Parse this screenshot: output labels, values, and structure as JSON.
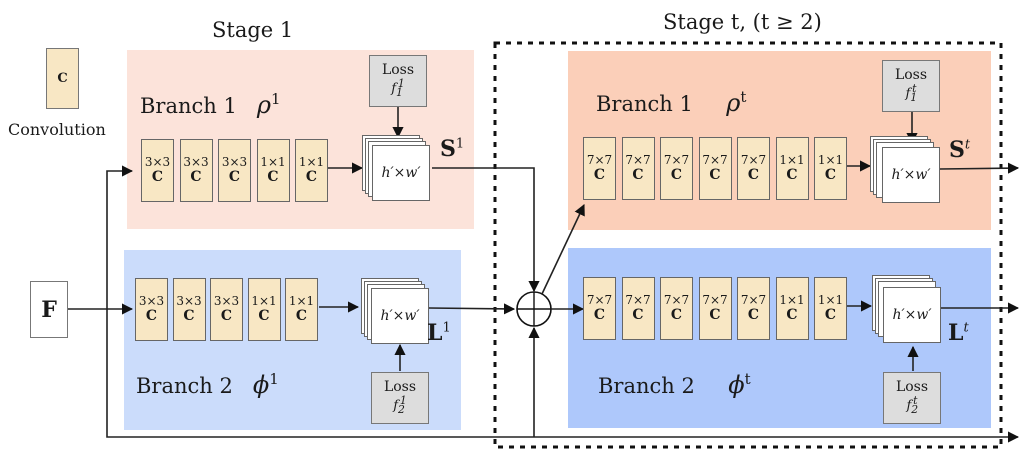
{
  "legend": {
    "block_symbol": "C",
    "label": "Convolution"
  },
  "input": {
    "label": "F"
  },
  "stage1": {
    "title": "Stage 1",
    "branch1": {
      "label": "Branch 1",
      "symbol": "ρ",
      "superscript": "1",
      "layers": [
        {
          "kernel": "3×3",
          "symbol": "C"
        },
        {
          "kernel": "3×3",
          "symbol": "C"
        },
        {
          "kernel": "3×3",
          "symbol": "C"
        },
        {
          "kernel": "1×1",
          "symbol": "C"
        },
        {
          "kernel": "1×1",
          "symbol": "C"
        }
      ],
      "feature_map": "h′×w′",
      "loss": {
        "title": "Loss",
        "fn": "f",
        "sub": "1",
        "sup": "1"
      },
      "output": {
        "symbol": "S",
        "superscript": "1"
      }
    },
    "branch2": {
      "label": "Branch 2",
      "symbol": "ϕ",
      "superscript": "1",
      "layers": [
        {
          "kernel": "3×3",
          "symbol": "C"
        },
        {
          "kernel": "3×3",
          "symbol": "C"
        },
        {
          "kernel": "3×3",
          "symbol": "C"
        },
        {
          "kernel": "1×1",
          "symbol": "C"
        },
        {
          "kernel": "1×1",
          "symbol": "C"
        }
      ],
      "feature_map": "h′×w′",
      "loss": {
        "title": "Loss",
        "fn": "f",
        "sub": "2",
        "sup": "1"
      },
      "output": {
        "symbol": "L",
        "superscript": "1"
      }
    }
  },
  "stageT": {
    "title": "Stage t, (t ≥ 2)",
    "branch1": {
      "label": "Branch 1",
      "symbol": "ρ",
      "superscript": "t",
      "layers": [
        {
          "kernel": "7×7",
          "symbol": "C"
        },
        {
          "kernel": "7×7",
          "symbol": "C"
        },
        {
          "kernel": "7×7",
          "symbol": "C"
        },
        {
          "kernel": "7×7",
          "symbol": "C"
        },
        {
          "kernel": "7×7",
          "symbol": "C"
        },
        {
          "kernel": "1×1",
          "symbol": "C"
        },
        {
          "kernel": "1×1",
          "symbol": "C"
        }
      ],
      "feature_map": "h′×w′",
      "loss": {
        "title": "Loss",
        "fn": "f",
        "sub": "1",
        "sup": "t"
      },
      "output": {
        "symbol": "S",
        "superscript": "t"
      }
    },
    "branch2": {
      "label": "Branch 2",
      "symbol": "ϕ",
      "superscript": "t",
      "layers": [
        {
          "kernel": "7×7",
          "symbol": "C"
        },
        {
          "kernel": "7×7",
          "symbol": "C"
        },
        {
          "kernel": "7×7",
          "symbol": "C"
        },
        {
          "kernel": "7×7",
          "symbol": "C"
        },
        {
          "kernel": "7×7",
          "symbol": "C"
        },
        {
          "kernel": "1×1",
          "symbol": "C"
        },
        {
          "kernel": "1×1",
          "symbol": "C"
        }
      ],
      "feature_map": "h′×w′",
      "loss": {
        "title": "Loss",
        "fn": "f",
        "sub": "2",
        "sup": "t"
      },
      "output": {
        "symbol": "L",
        "superscript": "t"
      }
    }
  },
  "concat_symbol": "⊕",
  "colors": {
    "stage1_branch1": "#fce3da",
    "stage1_branch2": "#cbdcfb",
    "stageT_branch1": "#fbcfb9",
    "stageT_branch2": "#aec8fb",
    "conv_block": "#f8e7c4",
    "loss_box": "#dddddd"
  }
}
